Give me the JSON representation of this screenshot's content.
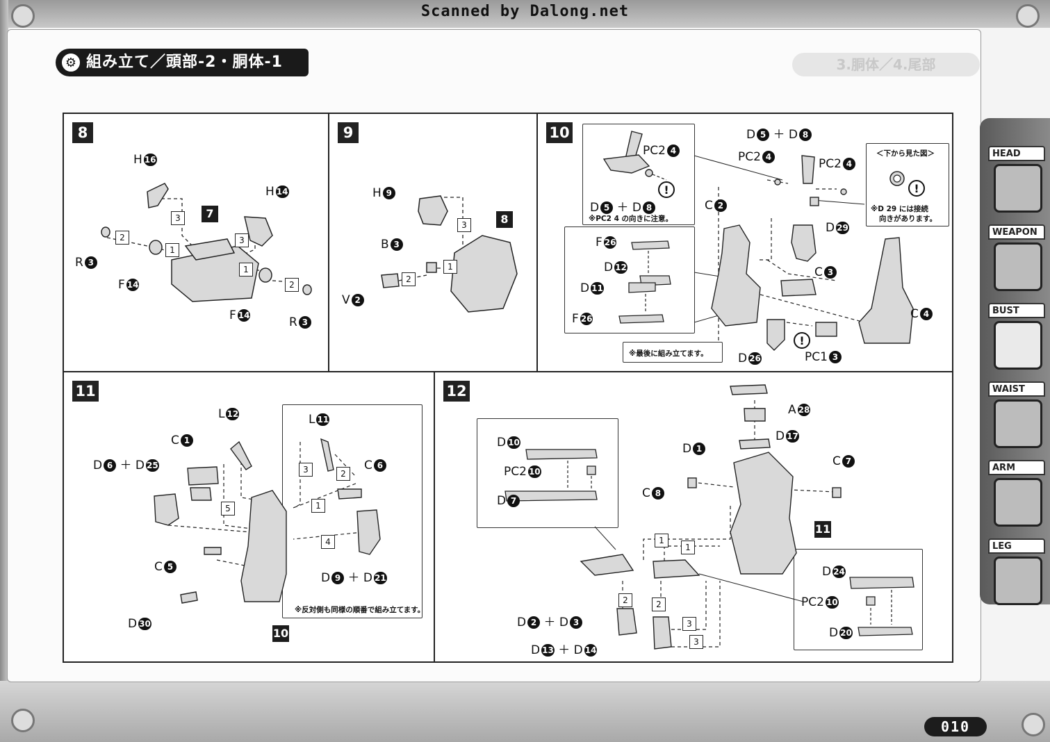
{
  "scan_credit": "Scanned by Dalong.net",
  "header": {
    "title": "組み立て／頭部-2・胴体-1",
    "ghost_text": "3.胴体／4.尾部",
    "icon": "wrench-circle-icon"
  },
  "side_tabs": [
    {
      "label": "HEAD",
      "active": false
    },
    {
      "label": "WEAPON",
      "active": false
    },
    {
      "label": "BUST",
      "active": true
    },
    {
      "label": "WAIST",
      "active": false
    },
    {
      "label": "ARM",
      "active": false
    },
    {
      "label": "LEG",
      "active": false
    }
  ],
  "page_number": "010",
  "steps": {
    "s8": {
      "number": "8",
      "ref": "7",
      "labels": {
        "h16": "H",
        "h16n": "16",
        "h14": "H",
        "h14n": "14",
        "r3a": "R",
        "r3an": "3",
        "f14a": "F",
        "f14an": "14",
        "f14b": "F",
        "f14bn": "14",
        "r3b": "R",
        "r3bn": "3"
      },
      "seq": [
        "3",
        "3",
        "2",
        "1",
        "1",
        "2"
      ]
    },
    "s9": {
      "number": "9",
      "ref": "8",
      "labels": {
        "h9": "H",
        "h9n": "9",
        "b3": "B",
        "b3n": "3",
        "v2": "V",
        "v2n": "2"
      },
      "seq": [
        "3",
        "2",
        "1"
      ]
    },
    "s10": {
      "number": "10",
      "labels": {
        "pc2a": "PC2",
        "pc2an": "4",
        "d5": "D",
        "d5n": "5",
        "plus1": "＋",
        "d8": "D",
        "d8n": "8",
        "pc2b": "PC2",
        "pc2bn": "4",
        "d5b": "D",
        "d5bn": "5",
        "plus2": "＋",
        "d8b": "D",
        "d8bn": "8",
        "pc2c": "PC2",
        "pc2cn": "4",
        "c2": "C",
        "c2n": "2",
        "d29": "D",
        "d29n": "29",
        "c3": "C",
        "c3n": "3",
        "c4": "C",
        "c4n": "4",
        "f26a": "F",
        "f26an": "26",
        "d12": "D",
        "d12n": "12",
        "d11": "D",
        "d11n": "11",
        "f26b": "F",
        "f26bn": "26",
        "d26": "D",
        "d26n": "26",
        "pc1": "PC1",
        "pc1n": "3"
      },
      "notes": {
        "pc2_note": "※PC2 4 の向きに注意。",
        "bottom_view_title": "＜下から見た図＞",
        "d29_note_1": "※D 29 には接続",
        "d29_note_2": "向きがあります。",
        "last_note": "※最後に組み立てます。"
      }
    },
    "s11": {
      "number": "11",
      "ref": "10",
      "labels": {
        "l12": "L",
        "l12n": "12",
        "c1": "C",
        "c1n": "1",
        "d6": "D",
        "d6n": "6",
        "plus": "＋",
        "d25": "D",
        "d25n": "25",
        "l11": "L",
        "l11n": "11",
        "c6": "C",
        "c6n": "6",
        "c5": "C",
        "c5n": "5",
        "d9": "D",
        "d9n": "9",
        "plus2": "＋",
        "d21": "D",
        "d21n": "21",
        "d30": "D",
        "d30n": "30"
      },
      "seq": [
        "3",
        "2",
        "1",
        "5",
        "4"
      ],
      "note": "※反対側も同様の順番で組み立てます。"
    },
    "s12": {
      "number": "12",
      "ref": "11",
      "labels": {
        "a28": "A",
        "a28n": "28",
        "d17": "D",
        "d17n": "17",
        "d1": "D",
        "d1n": "1",
        "c7": "C",
        "c7n": "7",
        "c8": "C",
        "c8n": "8",
        "d10": "D",
        "d10n": "10",
        "pc2a": "PC2",
        "pc2an": "10",
        "d7": "D",
        "d7n": "7",
        "d2": "D",
        "d2n": "2",
        "plus1": "＋",
        "d3": "D",
        "d3n": "3",
        "d13": "D",
        "d13n": "13",
        "plus2": "＋",
        "d14": "D",
        "d14n": "14",
        "d24": "D",
        "d24n": "24",
        "pc2b": "PC2",
        "pc2bn": "10",
        "d20": "D",
        "d20n": "20"
      },
      "seq": [
        "1",
        "1",
        "2",
        "2",
        "3",
        "3"
      ]
    }
  }
}
